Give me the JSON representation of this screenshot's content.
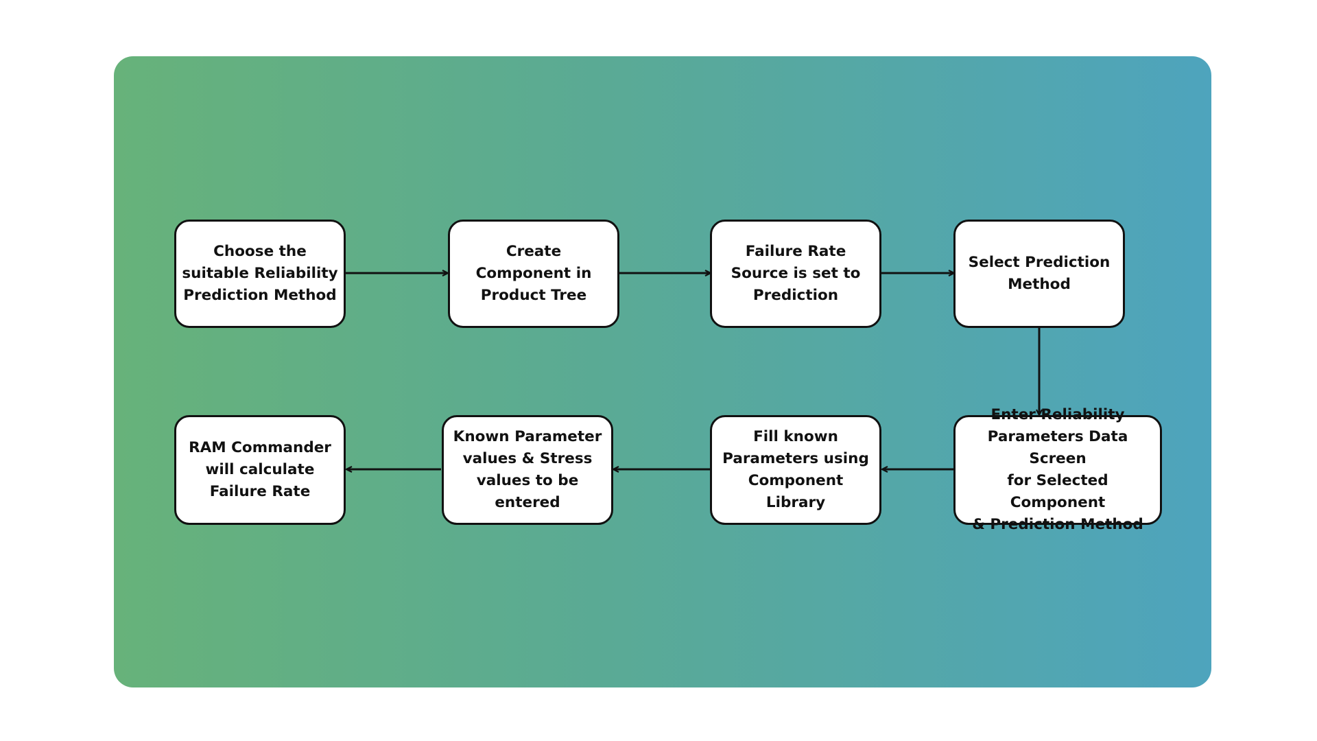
{
  "flowchart": {
    "steps": [
      "Choose the\nsuitable Reliability\nPrediction Method",
      "Create\nComponent in\nProduct Tree",
      "Failure Rate\nSource is set to\nPrediction",
      "Select Prediction\nMethod",
      "Enter Reliability\nParameters Data Screen\nfor Selected Component\n& Prediction Method",
      "Fill known\nParameters using\nComponent Library",
      "Known Parameter\nvalues & Stress\nvalues to be entered",
      "RAM Commander\nwill calculate\nFailure Rate"
    ]
  },
  "colors": {
    "gradient_start": "#67b27a",
    "gradient_end": "#4ea4bd",
    "node_fill": "#ffffff",
    "node_border": "#111111",
    "arrow": "#111111"
  }
}
